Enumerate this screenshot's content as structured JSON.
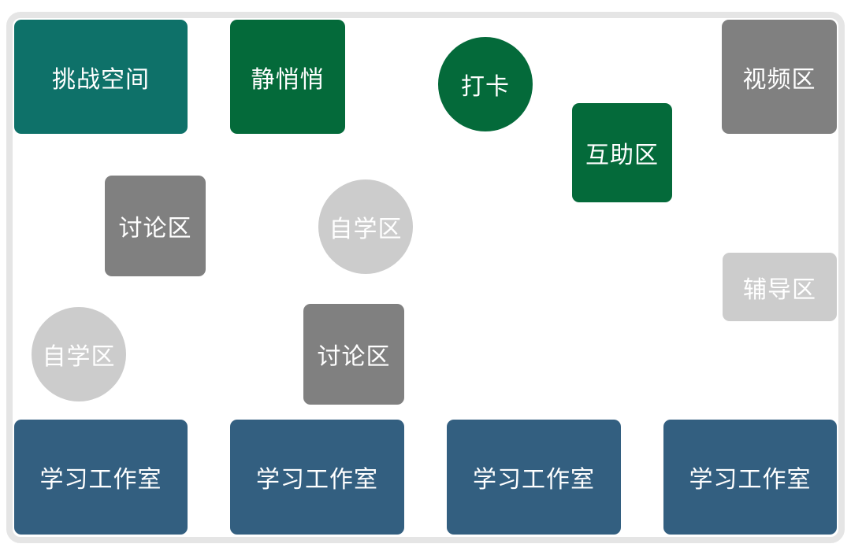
{
  "colors": {
    "teal": "#0e7169",
    "green": "#046a3a",
    "gray": "#808080",
    "light_gray": "#cccccc",
    "blue": "#335f80",
    "frame": "#e5e5e5"
  },
  "zones": {
    "challenge_space": "挑战空间",
    "quiet": "静悄悄",
    "checkin": "打卡",
    "video_area": "视频区",
    "mutual_help": "互助区",
    "discussion_1": "讨论区",
    "self_study_1": "自学区",
    "tutoring": "辅导区",
    "self_study_2": "自学区",
    "discussion_2": "讨论区",
    "studio_1": "学习工作室",
    "studio_2": "学习工作室",
    "studio_3": "学习工作室",
    "studio_4": "学习工作室"
  }
}
